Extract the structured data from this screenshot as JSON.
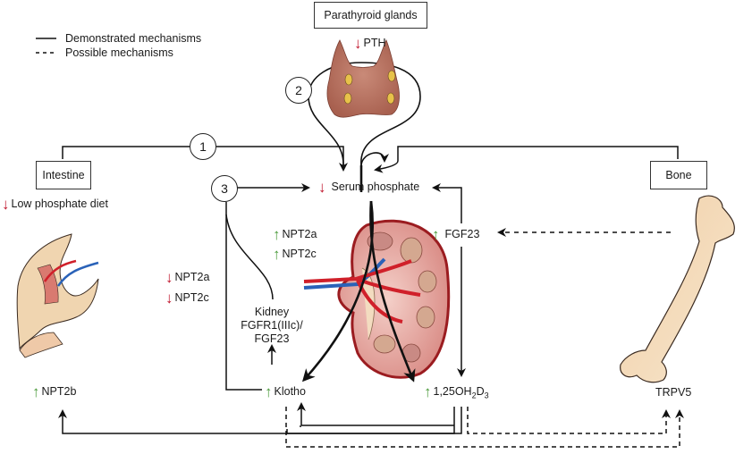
{
  "legend": {
    "solid_label": "Demonstrated mechanisms",
    "dashed_label": "Possible mechanisms"
  },
  "organs": {
    "parathyroid": "Parathyroid glands",
    "intestine": "Intestine",
    "bone": "Bone"
  },
  "pathways": {
    "one": "1",
    "two": "2",
    "three": "3"
  },
  "labels": {
    "pth": "PTH",
    "low_phosphate_diet": "Low phosphate diet",
    "serum_phosphate": "Serum phosphate",
    "kidney_npt2a": "NPT2a",
    "kidney_npt2c": "NPT2c",
    "fgf23": "FGF23",
    "left_npt2a": "NPT2a",
    "left_npt2c": "NPT2c",
    "kidney_receptor_line1": "Kidney",
    "kidney_receptor_line2": "FGFR1(IIIc)/",
    "kidney_receptor_line3": "FGF23",
    "npt2b": "NPT2b",
    "klotho": "Klotho",
    "vitd_main": "1,25OH",
    "vitd_sub1": "2",
    "vitd_mid": "D",
    "vitd_sub2": "3",
    "trpv5": "TRPV5"
  },
  "indicators": {
    "up_symbol": "🡑",
    "down_symbol": "🡓",
    "up_color": "#4a9a3a",
    "down_color": "#c0162c"
  }
}
